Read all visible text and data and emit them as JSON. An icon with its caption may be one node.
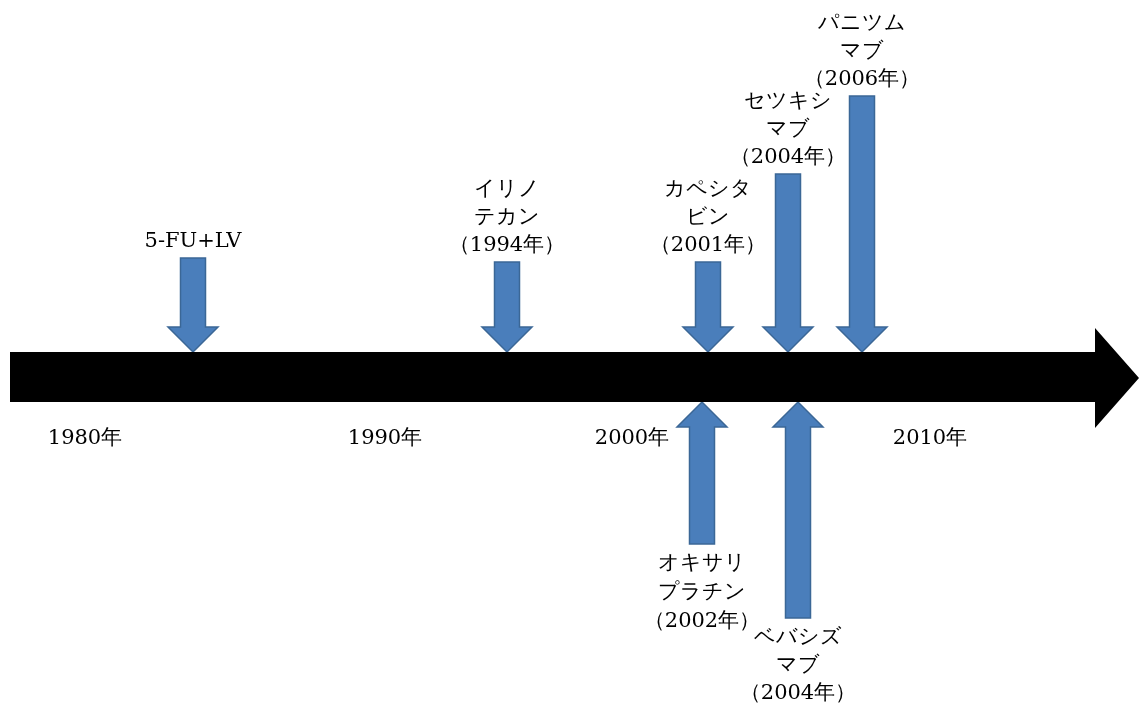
{
  "diagram": {
    "nodes": [
      {
        "text": [
          "5-FU+LV"
        ]
      },
      {
        "text": [
          "イリノテカン",
          "（1994年）"
        ]
      },
      {
        "text": [
          "カペシタビン",
          "（2001年）"
        ]
      },
      {
        "text": [
          "セツキシマブ",
          "（2004年）"
        ]
      },
      {
        "text": [
          "パニツムマブ",
          "（2006年）"
        ]
      },
      {
        "text": [],
        "shape": "arrow"
      },
      {
        "text": [
          "オキサリプラチン",
          "（2002年）"
        ]
      },
      {
        "text": [
          "ベバシズマブ",
          "（2004年）"
        ]
      }
    ],
    "edges": [
      {
        "from": 0,
        "to": 5,
        "arrow": "to"
      },
      {
        "from": 1,
        "to": 5,
        "arrow": "to"
      },
      {
        "from": 2,
        "to": 5,
        "arrow": "to"
      },
      {
        "from": 3,
        "to": 5,
        "arrow": "to"
      },
      {
        "from": 4,
        "to": 5,
        "arrow": "to"
      },
      {
        "from": 6,
        "to": 5,
        "arrow": "to"
      },
      {
        "from": 7,
        "to": 5,
        "arrow": "to"
      }
    ],
    "labels": [
      "1980年",
      "1990年",
      "2000年",
      "2010年"
    ]
  }
}
